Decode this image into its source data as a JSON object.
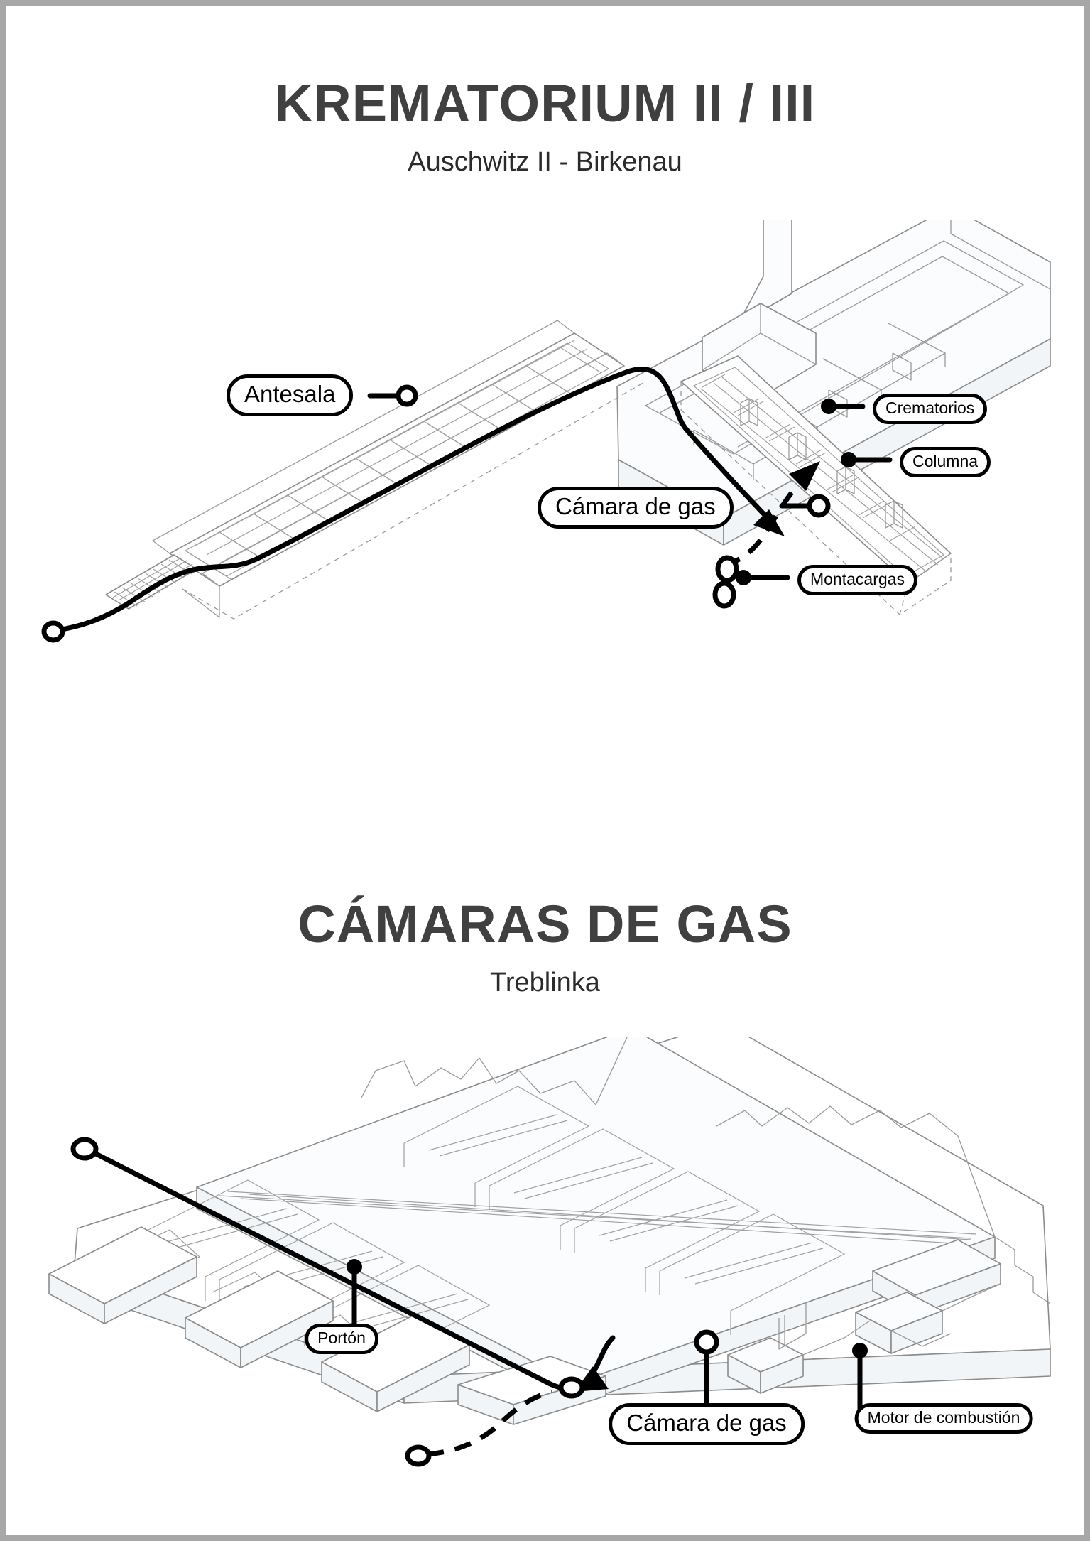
{
  "page": {
    "background": "#ffffff",
    "border_color": "#a7a7a7",
    "title_color": "#404040",
    "line_color": "#8b8b8b",
    "accent_color": "#000000"
  },
  "sections": [
    {
      "id": "krematorium",
      "title": "KREMATORIUM II / III",
      "subtitle": "Auschwitz II - Birkenau",
      "labels": [
        {
          "id": "crematorios",
          "text": "Crematorios",
          "connector": "filled-dot"
        },
        {
          "id": "montacargas",
          "text": "Montacargas",
          "connector": "filled-dot"
        },
        {
          "id": "antesala",
          "text": "Antesala",
          "connector": "open-circle"
        },
        {
          "id": "columna",
          "text": "Columna",
          "connector": "filled-dot"
        },
        {
          "id": "camara-de-gas",
          "text": "Cámara de gas",
          "connector": "open-circle"
        }
      ]
    },
    {
      "id": "treblinka",
      "title": "CÁMARAS DE GAS",
      "subtitle": "Treblinka",
      "labels": [
        {
          "id": "porton",
          "text": "Portón",
          "connector": "filled-dot"
        },
        {
          "id": "camara-de-gas-2",
          "text": "Cámara de gas",
          "connector": "open-circle"
        },
        {
          "id": "motor-de-combustion",
          "text": "Motor de combustión",
          "connector": "filled-dot"
        }
      ]
    }
  ]
}
